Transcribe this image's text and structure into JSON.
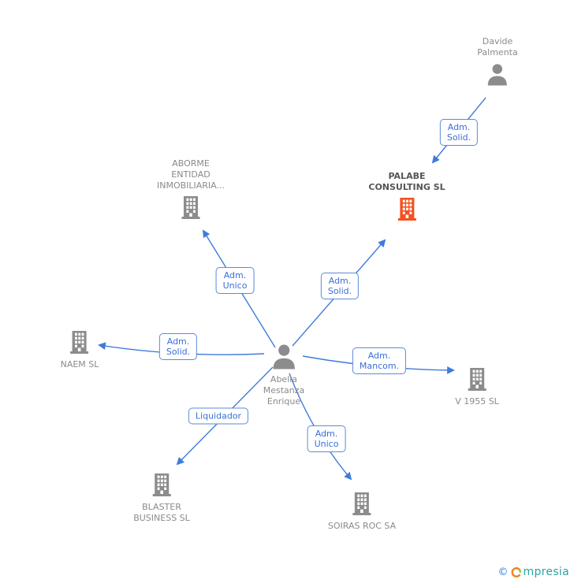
{
  "diagram": {
    "nodes": {
      "davide": {
        "label": "Davide\nPalmenta",
        "type": "person"
      },
      "aborme": {
        "label": "ABORME\nENTIDAD\nINMOBILIARIA...",
        "type": "company"
      },
      "palabe": {
        "label": "PALABE\nCONSULTING SL",
        "type": "company-highlight"
      },
      "naem": {
        "label": "NAEM SL",
        "type": "company"
      },
      "v1955": {
        "label": "V 1955 SL",
        "type": "company"
      },
      "blaster": {
        "label": "BLASTER\nBUSINESS SL",
        "type": "company"
      },
      "soiras": {
        "label": "SOIRAS ROC SA",
        "type": "company"
      },
      "abella": {
        "label": "Abella\nMestanza\nEnrique",
        "type": "person"
      }
    },
    "edge_labels": {
      "davide_palabe": "Adm.\nSolid.",
      "abella_aborme": "Adm.\nUnico",
      "abella_palabe": "Adm.\nSolid.",
      "abella_naem": "Adm.\nSolid.",
      "abella_v1955": "Adm.\nMancom.",
      "abella_blaster": "Liquidador",
      "abella_soiras": "Adm.\nUnico"
    },
    "icons": [
      "building-icon",
      "person-icon",
      "empresia-logo-icon"
    ],
    "colors": {
      "edge_blue": "#3f7bdb",
      "edge_label_text": "#3a6fd8",
      "node_gray": "#8c8c8c",
      "node_highlight_orange": "#f4511e",
      "label_gray": "#8a8a8a",
      "label_highlight": "#555555",
      "brand_teal": "#2aa3a3",
      "brand_orange": "#f08326",
      "copyright_blue": "#2a7de1"
    }
  },
  "watermark": {
    "copyright": "©",
    "brand": "mpresia"
  }
}
